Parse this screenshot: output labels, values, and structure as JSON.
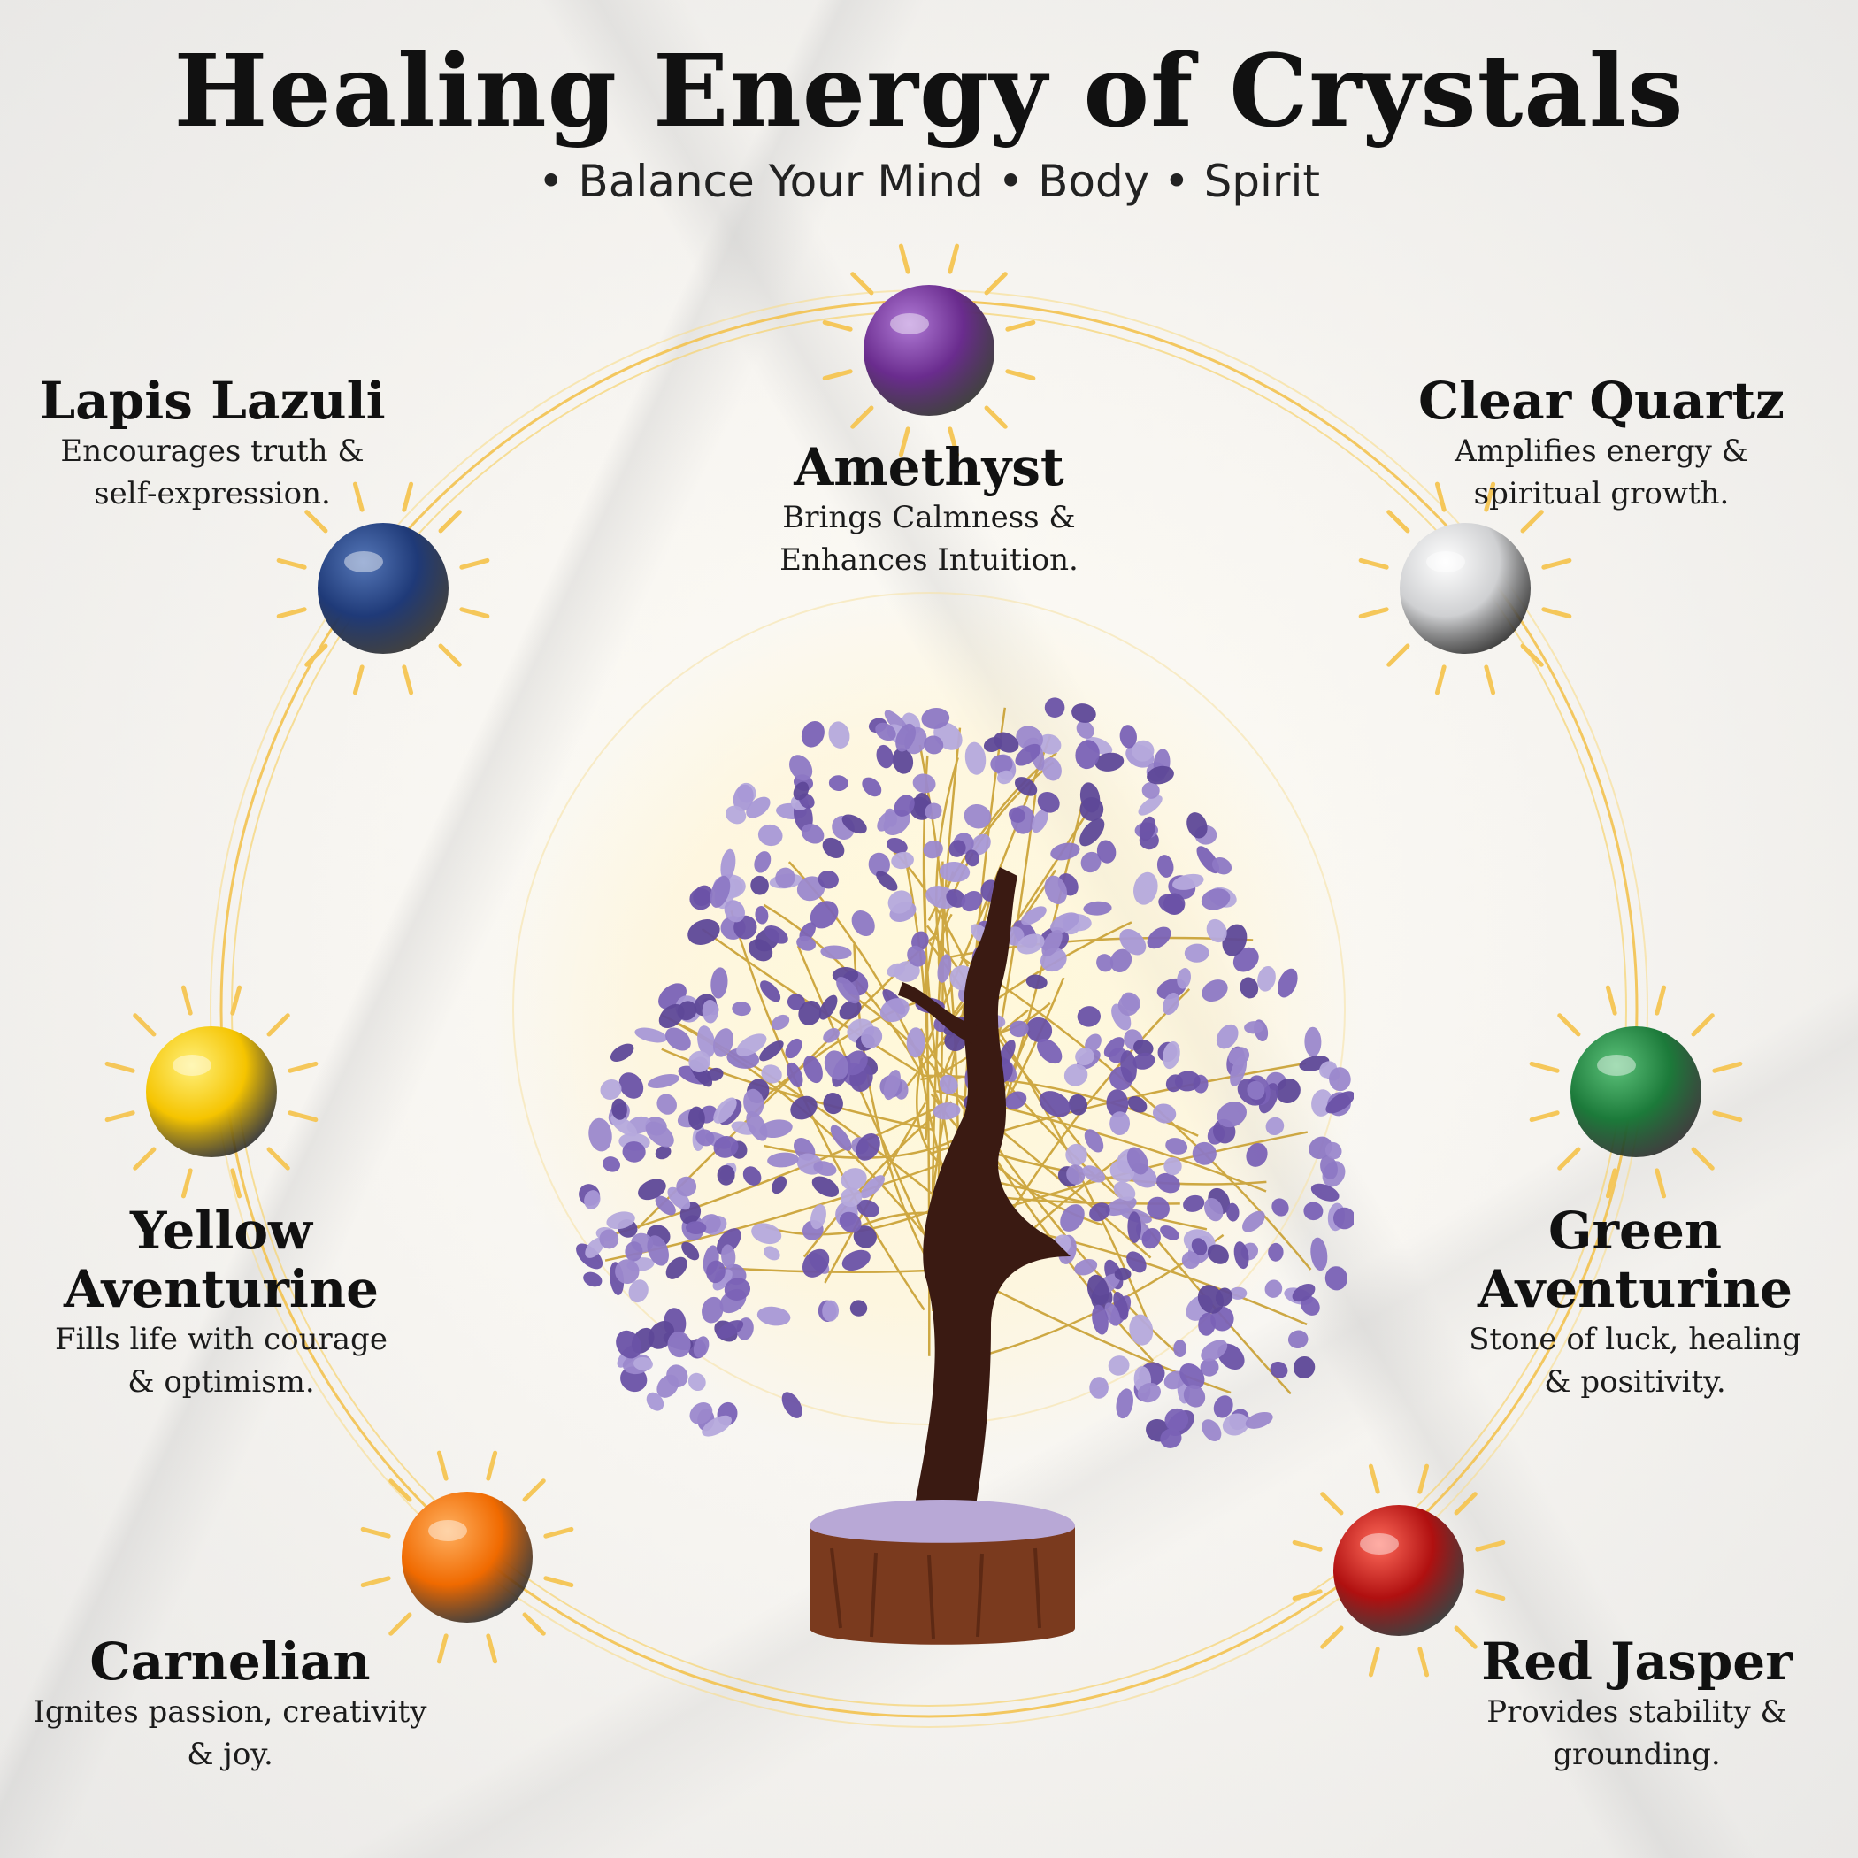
{
  "header": {
    "title": "Healing Energy of Crystals",
    "subtitle": "• Balance Your Mind • Body • Spirit"
  },
  "crystals": [
    {
      "id": "amethyst",
      "name": "Amethyst",
      "desc_line1": "Brings Calmness &",
      "desc_line2": "Enhances Intuition.",
      "color": "#6a2c8e",
      "highlight": "#b07ad6"
    },
    {
      "id": "lapis-lazuli",
      "name": "Lapis Lazuli",
      "desc_line1": "Encourages truth &",
      "desc_line2": "self-expression.",
      "color": "#1f3a78",
      "highlight": "#5577b8"
    },
    {
      "id": "clear-quartz",
      "name": "Clear Quartz",
      "desc_line1": "Amplifies energy &",
      "desc_line2": "spiritual growth.",
      "color": "#cfd0d2",
      "highlight": "#ffffff"
    },
    {
      "id": "yellow-aventurine",
      "name": "Yellow Aventurine",
      "desc_line1": "Fills life with courage",
      "desc_line2": "& optimism.",
      "color": "#f5c400",
      "highlight": "#fff07a"
    },
    {
      "id": "green-aventurine",
      "name": "Green Aventurine",
      "desc_line1": "Stone of luck, healing",
      "desc_line2": "& positivity.",
      "color": "#1c7a3a",
      "highlight": "#5cc27a"
    },
    {
      "id": "carnelian",
      "name": "Carnelian",
      "desc_line1": "Ignites passion, creativity",
      "desc_line2": "& joy.",
      "color": "#f06a00",
      "highlight": "#ffb060"
    },
    {
      "id": "red-jasper",
      "name": "Red Jasper",
      "desc_line1": "Provides stability &",
      "desc_line2": "grounding.",
      "color": "#b01010",
      "highlight": "#ff6a5a"
    }
  ],
  "colors": {
    "ring": "#f3c24f",
    "ray": "#f5c75a",
    "tree_leaf": "#8d78c4",
    "trunk": "#3a1a12",
    "base": "#7a3a1e"
  }
}
